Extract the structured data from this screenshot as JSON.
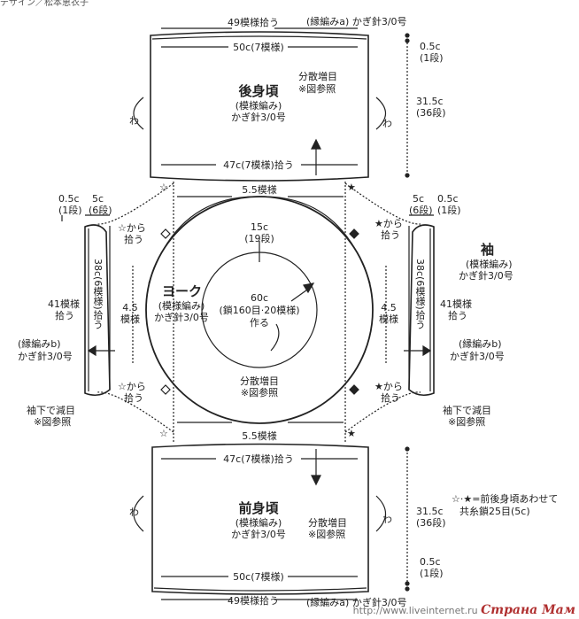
{
  "header": {
    "credit": "デザイン／松本恵衣子"
  },
  "back": {
    "top_pickup": "49模様拾う",
    "top_edge_label": "(縁編みa) かぎ針3/0号",
    "top_width": "50c(7模様)",
    "title": "後身頃",
    "pattern": "(模様編み)",
    "hook": "かぎ針3/0号",
    "increase": "分散増目",
    "ref": "※図参照",
    "edge_h": "0.5c",
    "edge_rows": "(1段)",
    "height": "31.5c",
    "rows": "(36段)",
    "loop_left": "わ",
    "loop_right": "わ",
    "bottom_pickup": "47c(7模様)拾う"
  },
  "yoke": {
    "title": "ヨーク",
    "pattern": "(模様編み)",
    "hook": "かぎ針3/0号",
    "top_width": "5.5模様",
    "bottom_width": "5.5模様",
    "depth": "15c",
    "depth_rows": "(19段)",
    "neck": "60c",
    "neck_chain": "(鎖160目·20模様)",
    "neck_make": "作る",
    "left_side": "4.5",
    "left_side2": "模様",
    "right_side": "4.5",
    "right_side2": "模様",
    "increase": "分散増目",
    "ref": "※図参照"
  },
  "left_sleeve": {
    "cuff_w": "0.5c",
    "cuff_rows": "(1段)",
    "width": "5c",
    "width_rows": "(6段)",
    "from_top": "☆から",
    "pick_top": "拾う",
    "length": "38c(6模様)拾う",
    "pickup": "41模様",
    "pickup2": "拾う",
    "edge": "(縁編みb)",
    "edge_hook": "かぎ針3/0号",
    "from_bottom": "☆から",
    "pick_bottom": "拾う",
    "decrease": "袖下で減目",
    "ref": "※図参照"
  },
  "right_sleeve": {
    "width": "5c",
    "width_rows": "(6段)",
    "cuff_w": "0.5c",
    "cuff_rows": "(1段)",
    "from_top": "★から",
    "pick_top": "拾う",
    "title": "袖",
    "pattern": "(模様編み)",
    "hook": "かぎ針3/0号",
    "length": "38c(6模様)拾う",
    "pickup": "41模様",
    "pickup2": "拾う",
    "edge": "(縁編みb)",
    "edge_hook": "かぎ針3/0号",
    "from_bottom": "★から",
    "pick_bottom": "拾う",
    "decrease": "袖下で減目",
    "ref": "※図参照"
  },
  "front": {
    "top_pickup": "47c(7模様)拾う",
    "title": "前身頃",
    "pattern": "(模様編み)",
    "hook": "かぎ針3/0号",
    "increase": "分散増目",
    "ref": "※図参照",
    "height": "31.5c",
    "rows": "(36段)",
    "edge_h": "0.5c",
    "edge_rows": "(1段)",
    "loop_left": "わ",
    "loop_right": "わ",
    "bottom_width": "50c(7模様)",
    "bottom_pickup": "49模様拾う",
    "bottom_edge_label": "(縁編みa) かぎ針3/0号"
  },
  "note": {
    "line1": "☆·★=前後身頃あわせて",
    "line2": "共糸鎖25目(5c)"
  },
  "watermark": {
    "site": "Страна Мам",
    "url": "http://www.liveinternet.ru"
  }
}
